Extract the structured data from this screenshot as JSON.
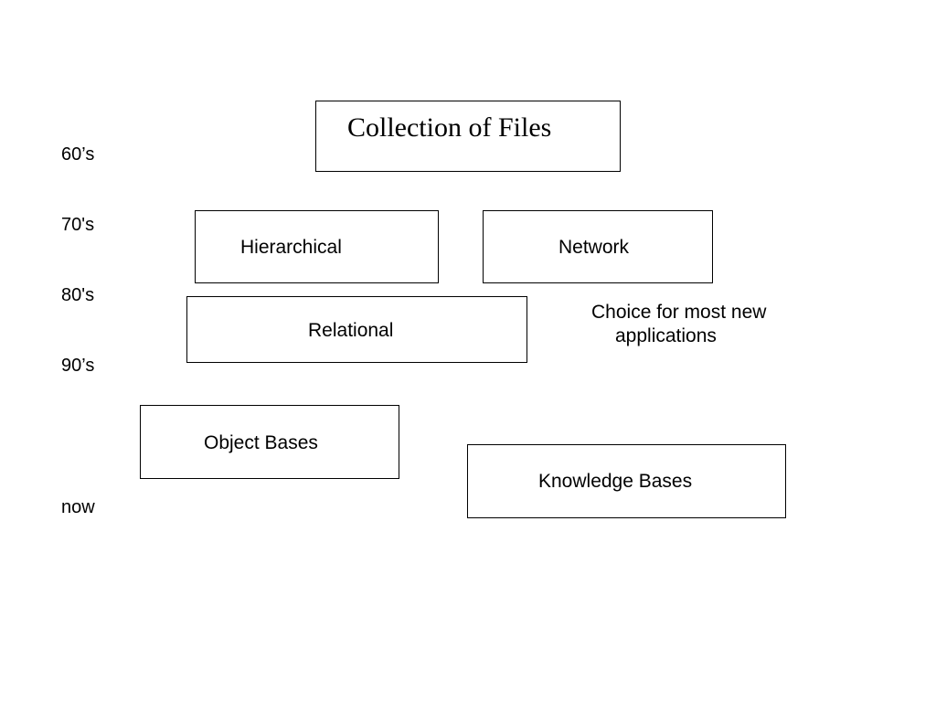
{
  "eras": {
    "e60s": "60’s",
    "e70s": "70's",
    "e80s": "80's",
    "e90s": "90’s",
    "now": "now"
  },
  "boxes": {
    "collection_of_files": "Collection of Files",
    "hierarchical": "Hierarchical",
    "network": "Network",
    "relational": "Relational",
    "object_bases": "Object Bases",
    "knowledge_bases": "Knowledge Bases"
  },
  "note": {
    "line1": "Choice for most new",
    "line2": "applications"
  }
}
